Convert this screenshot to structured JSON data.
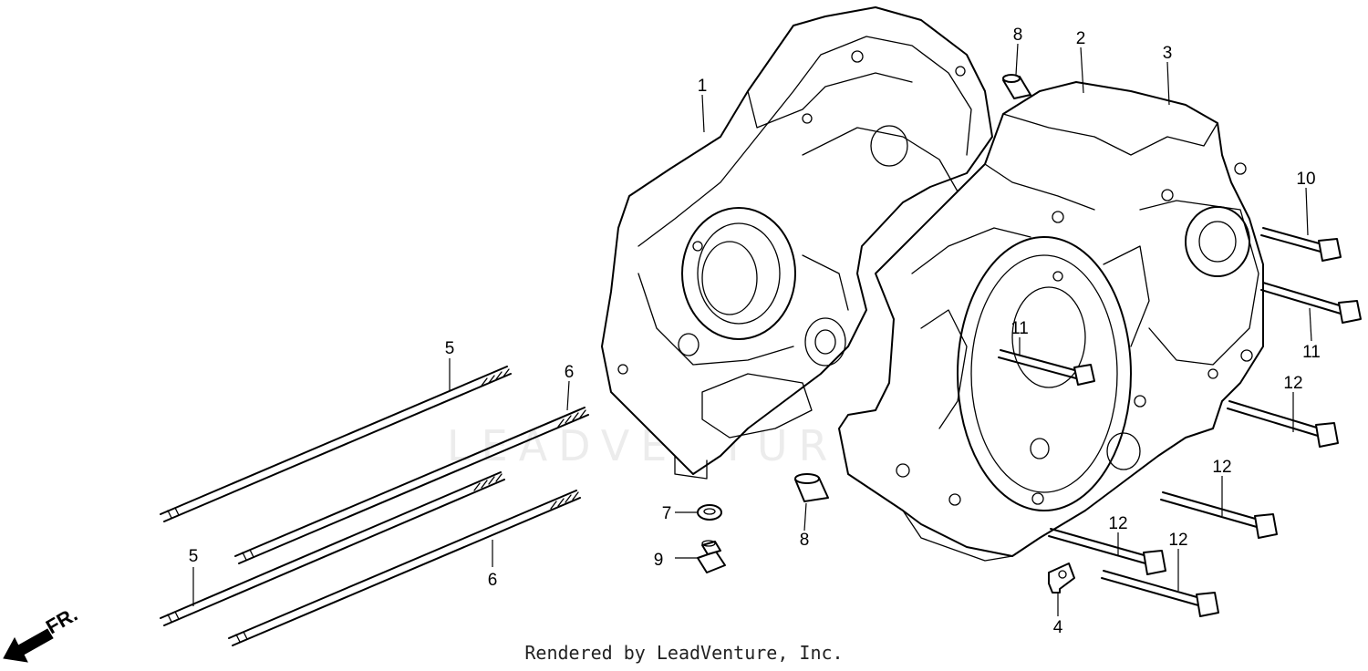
{
  "watermark": "LEADVENTURE",
  "caption": "Rendered by LeadVenture, Inc.",
  "front_indicator": "FR.",
  "callouts": {
    "c1": "1",
    "c2": "2",
    "c3": "3",
    "c4": "4",
    "c5a": "5",
    "c5b": "5",
    "c6a": "6",
    "c6b": "6",
    "c7": "7",
    "c8a": "8",
    "c8b": "8",
    "c9": "9",
    "c10": "10",
    "c11a": "11",
    "c11b": "11",
    "c12a": "12",
    "c12b": "12",
    "c12c": "12",
    "c12d": "12"
  }
}
